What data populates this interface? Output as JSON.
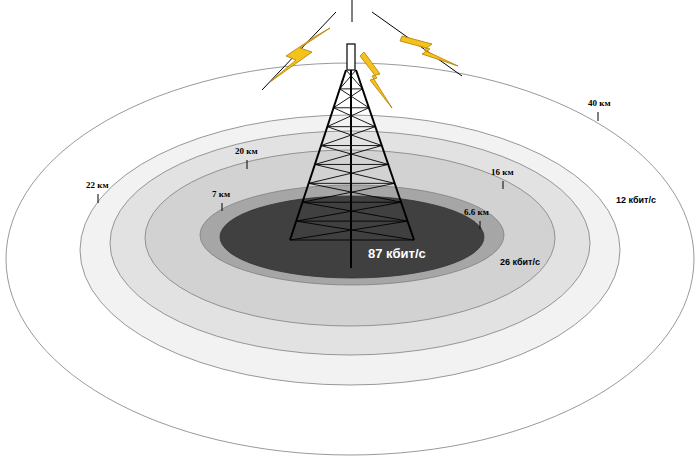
{
  "diagram": {
    "labels": [
      "40 км",
      "20 км",
      "22 км",
      "16 км",
      "7 км",
      "6.6 км",
      "12 кбит/с",
      "87 кбит/с",
      "26 кбит/с"
    ]
  }
}
